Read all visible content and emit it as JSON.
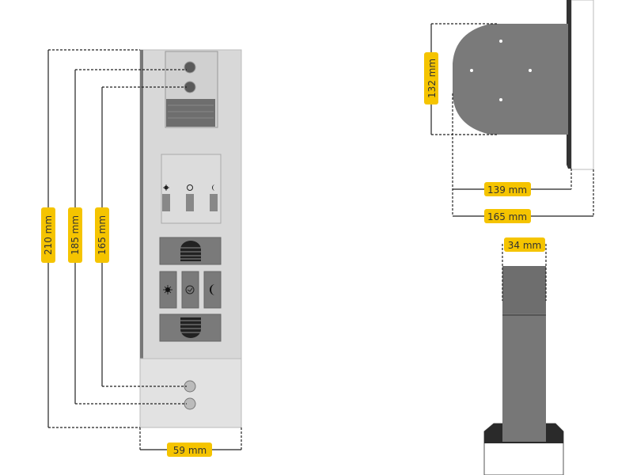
{
  "front_view": {
    "dimensions": {
      "overall_height": "210 mm",
      "outer_screw_distance": "185 mm",
      "inner_screw_distance": "165 mm",
      "width": "59 mm"
    },
    "indicator_icons": [
      "sun-icon",
      "clock-icon",
      "moon-icon"
    ],
    "buttons": [
      "up-button",
      "sun-button",
      "clock-button",
      "moon-button",
      "down-button"
    ]
  },
  "side_view": {
    "dimensions": {
      "plate_height": "132 mm",
      "depth_inner": "139 mm",
      "depth_total": "165 mm"
    }
  },
  "top_view": {
    "dimensions": {
      "thickness": "34 mm"
    }
  },
  "colors": {
    "label": "#f5c400",
    "device_body": "#d6d6d6",
    "device_dark": "#6e6e6e"
  }
}
